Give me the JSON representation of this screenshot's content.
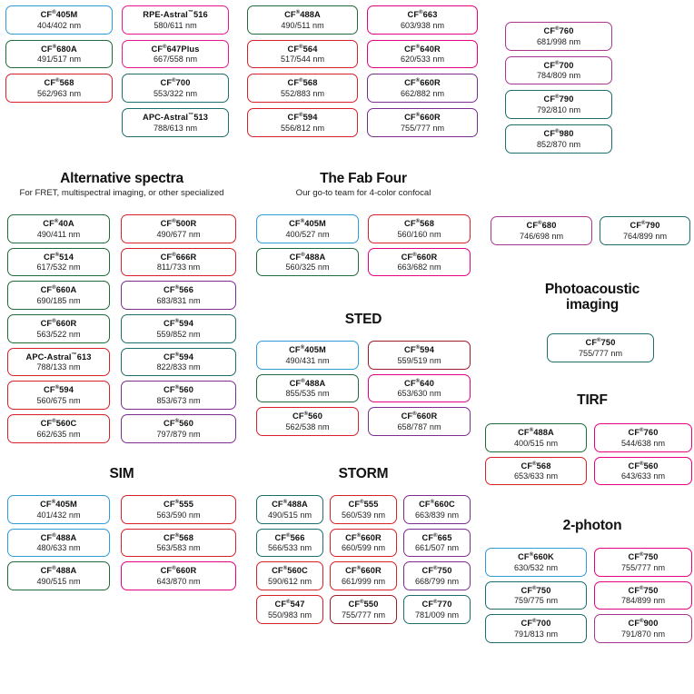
{
  "sections": [
    {
      "id": "top-left",
      "title": "",
      "subtitle": "",
      "columns": 2,
      "chips": [
        {
          "name": "CF",
          "reg": "®",
          "code": "405M",
          "spec": "404/402 nm",
          "color": "blue"
        },
        {
          "name": "RPE-Astral",
          "reg": "™",
          "code": "516",
          "spec": "580/611 nm",
          "color": "magenta"
        },
        {
          "name": "CF",
          "reg": "®",
          "code": "680A",
          "spec": "491/517 nm",
          "color": "green"
        },
        {
          "name": "CF",
          "reg": "®",
          "code": "647Plus",
          "spec": "667/558 nm",
          "color": "magenta"
        },
        {
          "name": "CF",
          "reg": "®",
          "code": "568",
          "spec": "562/963 nm",
          "color": "red"
        },
        {
          "name": "CF",
          "reg": "®",
          "code": "700",
          "spec": "553/322 nm",
          "color": "teal"
        },
        {
          "name": "",
          "reg": "",
          "code": "",
          "spec": "",
          "color": "none"
        },
        {
          "name": "APC-Astral",
          "reg": "™",
          "code": "513",
          "spec": "788/613 nm",
          "color": "teal"
        }
      ]
    },
    {
      "id": "top-mid",
      "title": "",
      "subtitle": "",
      "columns": 2,
      "chips": [
        {
          "name": "CF",
          "reg": "®",
          "code": "488A",
          "spec": "490/511 nm",
          "color": "green"
        },
        {
          "name": "CF",
          "reg": "®",
          "code": "663",
          "spec": "603/938 nm",
          "color": "pink"
        },
        {
          "name": "CF",
          "reg": "®",
          "code": "564",
          "spec": "517/544 nm",
          "color": "red"
        },
        {
          "name": "CF",
          "reg": "®",
          "code": "640R",
          "spec": "620/533 nm",
          "color": "pink"
        },
        {
          "name": "CF",
          "reg": "®",
          "code": "568",
          "spec": "552/883 nm",
          "color": "red"
        },
        {
          "name": "CF",
          "reg": "®",
          "code": "660R",
          "spec": "662/882 nm",
          "color": "purple"
        },
        {
          "name": "CF",
          "reg": "®",
          "code": "594",
          "spec": "556/812 nm",
          "color": "red"
        },
        {
          "name": "CF",
          "reg": "®",
          "code": "660R",
          "spec": "755/777 nm",
          "color": "purple"
        }
      ]
    },
    {
      "id": "top-right",
      "title": "",
      "subtitle": "",
      "columns": 1,
      "chips": [
        {
          "name": "CF",
          "reg": "®",
          "code": "760",
          "spec": "681/998 nm",
          "color": "plum"
        },
        {
          "name": "CF",
          "reg": "®",
          "code": "700",
          "spec": "784/809 nm",
          "color": "plum"
        },
        {
          "name": "CF",
          "reg": "®",
          "code": "790",
          "spec": "792/810 nm",
          "color": "teal"
        },
        {
          "name": "CF",
          "reg": "®",
          "code": "980",
          "spec": "852/870 nm",
          "color": "teal"
        }
      ]
    },
    {
      "id": "alternative-spectra",
      "title": "Alternative spectra",
      "subtitle": "For FRET, multispectral imaging, or other specialized",
      "columns": 2,
      "chips": [
        {
          "name": "CF",
          "reg": "®",
          "code": "40A",
          "spec": "490/411 nm",
          "color": "green"
        },
        {
          "name": "CF",
          "reg": "®",
          "code": "500R",
          "spec": "490/677 nm",
          "color": "red"
        },
        {
          "name": "CF",
          "reg": "®",
          "code": "514",
          "spec": "617/532 nm",
          "color": "green"
        },
        {
          "name": "CF",
          "reg": "®",
          "code": "666R",
          "spec": "811/733 nm",
          "color": "red"
        },
        {
          "name": "CF",
          "reg": "®",
          "code": "660A",
          "spec": "690/185 nm",
          "color": "green"
        },
        {
          "name": "CF",
          "reg": "®",
          "code": "566",
          "spec": "683/831 nm",
          "color": "purple"
        },
        {
          "name": "CF",
          "reg": "®",
          "code": "660R",
          "spec": "563/522 nm",
          "color": "green"
        },
        {
          "name": "CF",
          "reg": "®",
          "code": "594",
          "spec": "559/852 nm",
          "color": "teal"
        },
        {
          "name": "APC-Astral",
          "reg": "™",
          "code": "613",
          "spec": "788/133 nm",
          "color": "red"
        },
        {
          "name": "CF",
          "reg": "®",
          "code": "594",
          "spec": "822/833 nm",
          "color": "teal"
        },
        {
          "name": "CF",
          "reg": "®",
          "code": "594",
          "spec": "560/675 nm",
          "color": "red"
        },
        {
          "name": "CF",
          "reg": "®",
          "code": "560",
          "spec": "853/673 nm",
          "color": "purple"
        },
        {
          "name": "CF",
          "reg": "®",
          "code": "560C",
          "spec": "662/635 nm",
          "color": "red"
        },
        {
          "name": "CF",
          "reg": "®",
          "code": "560",
          "spec": "797/879 nm",
          "color": "purple"
        }
      ]
    },
    {
      "id": "fab-four",
      "title": "The Fab Four",
      "subtitle": "Our go-to team for 4-color confocal",
      "columns": 2,
      "chips": [
        {
          "name": "CF",
          "reg": "®",
          "code": "405M",
          "spec": "400/527 nm",
          "color": "blue"
        },
        {
          "name": "CF",
          "reg": "®",
          "code": "568",
          "spec": "560/160 nm",
          "color": "red"
        },
        {
          "name": "CF",
          "reg": "®",
          "code": "488A",
          "spec": "560/325 nm",
          "color": "green"
        },
        {
          "name": "CF",
          "reg": "®",
          "code": "660R",
          "spec": "663/682 nm",
          "color": "pink"
        }
      ]
    },
    {
      "id": "sted",
      "title": "STED",
      "subtitle": "",
      "columns": 2,
      "chips": [
        {
          "name": "CF",
          "reg": "®",
          "code": "405M",
          "spec": "490/431 nm",
          "color": "blue"
        },
        {
          "name": "CF",
          "reg": "®",
          "code": "594",
          "spec": "559/519 nm",
          "color": "darkred"
        },
        {
          "name": "CF",
          "reg": "®",
          "code": "488A",
          "spec": "855/535 nm",
          "color": "green"
        },
        {
          "name": "CF",
          "reg": "®",
          "code": "640",
          "spec": "653/630 nm",
          "color": "pink"
        },
        {
          "name": "CF",
          "reg": "®",
          "code": "560",
          "spec": "562/538 nm",
          "color": "red"
        },
        {
          "name": "CF",
          "reg": "®",
          "code": "660R",
          "spec": "658/787 nm",
          "color": "purple"
        }
      ]
    },
    {
      "id": "sim",
      "title": "SIM",
      "subtitle": "",
      "columns": 2,
      "chips": [
        {
          "name": "CF",
          "reg": "®",
          "code": "405M",
          "spec": "401/432 nm",
          "color": "blue"
        },
        {
          "name": "CF",
          "reg": "®",
          "code": "555",
          "spec": "563/590 nm",
          "color": "red"
        },
        {
          "name": "CF",
          "reg": "®",
          "code": "488A",
          "spec": "480/633 nm",
          "color": "blue"
        },
        {
          "name": "CF",
          "reg": "®",
          "code": "568",
          "spec": "563/583 nm",
          "color": "red"
        },
        {
          "name": "CF",
          "reg": "®",
          "code": "488A",
          "spec": "490/515 nm",
          "color": "green"
        },
        {
          "name": "CF",
          "reg": "®",
          "code": "660R",
          "spec": "643/870 nm",
          "color": "pink"
        }
      ]
    },
    {
      "id": "storm",
      "title": "STORM",
      "subtitle": "",
      "columns": 3,
      "chips": [
        {
          "name": "CF",
          "reg": "®",
          "code": "488A",
          "spec": "490/515 nm",
          "color": "teal"
        },
        {
          "name": "CF",
          "reg": "®",
          "code": "555",
          "spec": "560/539 nm",
          "color": "red"
        },
        {
          "name": "CF",
          "reg": "®",
          "code": "660C",
          "spec": "663/839 nm",
          "color": "purple"
        },
        {
          "name": "CF",
          "reg": "®",
          "code": "566",
          "spec": "566/533 nm",
          "color": "teal"
        },
        {
          "name": "CF",
          "reg": "®",
          "code": "660R",
          "spec": "660/599 nm",
          "color": "red"
        },
        {
          "name": "CF",
          "reg": "®",
          "code": "665",
          "spec": "661/507 nm",
          "color": "purple"
        },
        {
          "name": "CF",
          "reg": "®",
          "code": "560C",
          "spec": "590/612 nm",
          "color": "red"
        },
        {
          "name": "CF",
          "reg": "®",
          "code": "660R",
          "spec": "661/999 nm",
          "color": "red"
        },
        {
          "name": "CF",
          "reg": "®",
          "code": "750",
          "spec": "668/799 nm",
          "color": "purple"
        },
        {
          "name": "CF",
          "reg": "®",
          "code": "547",
          "spec": "550/983 nm",
          "color": "red"
        },
        {
          "name": "CF",
          "reg": "®",
          "code": "550",
          "spec": "755/777 nm",
          "color": "darkred"
        },
        {
          "name": "CF",
          "reg": "®",
          "code": "770",
          "spec": "781/009 nm",
          "color": "teal"
        }
      ]
    },
    {
      "id": "right-pair",
      "title": "",
      "subtitle": "",
      "columns": 2,
      "chips": [
        {
          "name": "CF",
          "reg": "®",
          "code": "680",
          "spec": "746/698 nm",
          "color": "plum"
        },
        {
          "name": "CF",
          "reg": "®",
          "code": "790",
          "spec": "764/899 nm",
          "color": "teal"
        }
      ]
    },
    {
      "id": "photoacoustic",
      "title": "Photoacoustic imaging",
      "title_line1": "Photoacoustic",
      "title_line2": "imaging",
      "subtitle": "",
      "columns": 1,
      "chips": [
        {
          "name": "CF",
          "reg": "®",
          "code": "750",
          "spec": "755/777 nm",
          "color": "teal"
        }
      ]
    },
    {
      "id": "tirf",
      "title": "TIRF",
      "subtitle": "",
      "columns": 2,
      "chips": [
        {
          "name": "CF",
          "reg": "®",
          "code": "488A",
          "spec": "400/515 nm",
          "color": "green"
        },
        {
          "name": "CF",
          "reg": "®",
          "code": "760",
          "spec": "544/638 nm",
          "color": "pink"
        },
        {
          "name": "CF",
          "reg": "®",
          "code": "568",
          "spec": "653/633 nm",
          "color": "red"
        },
        {
          "name": "CF",
          "reg": "®",
          "code": "560",
          "spec": "643/633 nm",
          "color": "pink"
        }
      ]
    },
    {
      "id": "two-photon",
      "title": "2-photon",
      "subtitle": "",
      "columns": 2,
      "chips": [
        {
          "name": "CF",
          "reg": "®",
          "code": "660K",
          "spec": "630/532 nm",
          "color": "blue"
        },
        {
          "name": "CF",
          "reg": "®",
          "code": "750",
          "spec": "755/777 nm",
          "color": "pink"
        },
        {
          "name": "CF",
          "reg": "®",
          "code": "750",
          "spec": "759/775 nm",
          "color": "teal"
        },
        {
          "name": "CF",
          "reg": "®",
          "code": "750",
          "spec": "784/899 nm",
          "color": "pink"
        },
        {
          "name": "CF",
          "reg": "®",
          "code": "700",
          "spec": "791/813 nm",
          "color": "teal"
        },
        {
          "name": "CF",
          "reg": "®",
          "code": "900",
          "spec": "791/870 nm",
          "color": "plum"
        }
      ]
    }
  ],
  "colors": {
    "blue": "#2f9bd8",
    "green": "#1f6b3b",
    "teal": "#1c6d6b",
    "red": "#d62128",
    "darkred": "#9e1b2a",
    "magenta": "#e5198b",
    "pink": "#e6007e",
    "purple": "#7b2d8e",
    "violet": "#9c3a91",
    "plum": "#a8368f"
  }
}
